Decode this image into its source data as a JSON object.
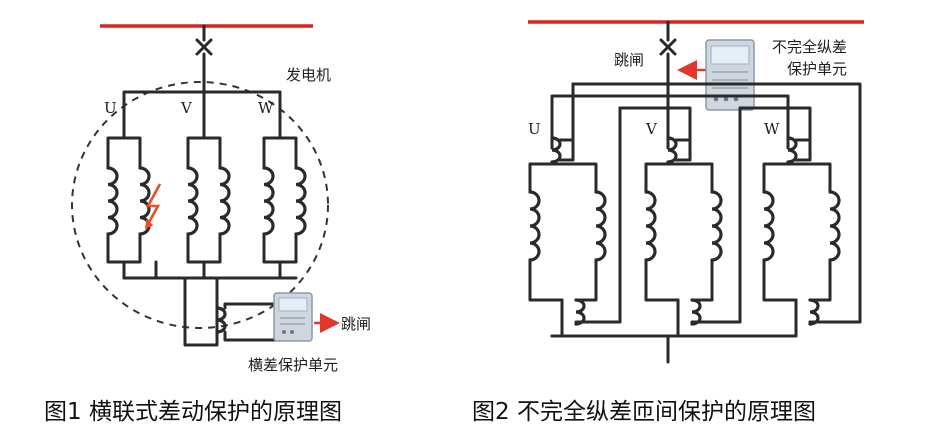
{
  "colors": {
    "bus": "#d9231c",
    "arrow": "#e0392b",
    "wire": "#2a2a2a",
    "fault": "#ef4b24",
    "device_body": "#cfd6df",
    "device_screen": "#e4eef6"
  },
  "figure1": {
    "generator_label": "发电机",
    "phase_labels": [
      "U",
      "V",
      "W"
    ],
    "trip_label": "跳闸",
    "unit_label": "横差保护单元",
    "caption": "图1 横联式差动保护的原理图"
  },
  "figure2": {
    "trip_label": "跳闸",
    "unit_label_line1": "不完全纵差",
    "unit_label_line2": "保护单元",
    "phase_labels": [
      "U",
      "V",
      "W"
    ],
    "caption": "图2 不完全纵差匝间保护的原理图"
  }
}
